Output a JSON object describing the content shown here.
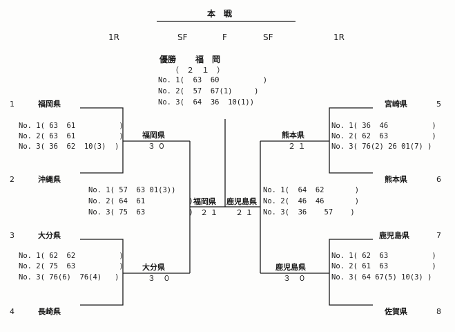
{
  "title": "本　戦",
  "round_labels": {
    "left_1r": "1R",
    "left_sf": "SF",
    "final": "F",
    "right_sf": "SF",
    "right_1r": "1R"
  },
  "champion": {
    "label": "優勝",
    "team": "福　岡",
    "score": "（　２　１　）",
    "lines": [
      "No. 1(  63  60          )",
      "No. 2(  57  67(1)     )",
      "No. 3(  64  36  10(1))"
    ]
  },
  "seeds": [
    {
      "seed": "1",
      "team": "福岡県"
    },
    {
      "seed": "2",
      "team": "沖縄県"
    },
    {
      "seed": "3",
      "team": "大分県"
    },
    {
      "seed": "4",
      "team": "長崎県"
    },
    {
      "seed": "5",
      "team": "宮崎県"
    },
    {
      "seed": "6",
      "team": "熊本県"
    },
    {
      "seed": "7",
      "team": "鹿児島県"
    },
    {
      "seed": "8",
      "team": "佐賀県"
    }
  ],
  "r1_scores": {
    "m1": [
      "No. 1( 63  61          )",
      "No. 2( 63  61          )",
      "No. 3( 36  62  10(3)  )"
    ],
    "m2": [
      "No. 1( 62  62          )",
      "No. 2( 75  63          )",
      "No. 3( 76(6)  76(4)   )"
    ],
    "m3": [
      "No. 1( 36  46          )",
      "No. 2( 62  63          )",
      "No. 3( 76(2) 26 01(7) )"
    ],
    "m4": [
      "No. 1( 62  63          )",
      "No. 2( 61  63          )",
      "No. 3( 64 67(5) 10(3) )"
    ]
  },
  "r1_winners": {
    "m1": {
      "team": "福岡県",
      "score": "３ ０"
    },
    "m2": {
      "team": "大分県",
      "score": "３　０"
    },
    "m3": {
      "team": "熊本県",
      "score": "２ １"
    },
    "m4": {
      "team": "鹿児島県",
      "score": "３　０"
    }
  },
  "sf_scores": {
    "left": [
      "No. 1( 57  63 01(3))",
      "No. 2( 64  61          )",
      "No. 3( 75  63          )"
    ],
    "right": [
      "No. 1(  64  62       )",
      "No. 2(  46  46       )",
      "No. 3(  36    57    )"
    ]
  },
  "sf_winners": {
    "left": {
      "team": "福岡県",
      "score": "２ １"
    },
    "right": {
      "team": "鹿児島県",
      "score": "２ １"
    }
  }
}
